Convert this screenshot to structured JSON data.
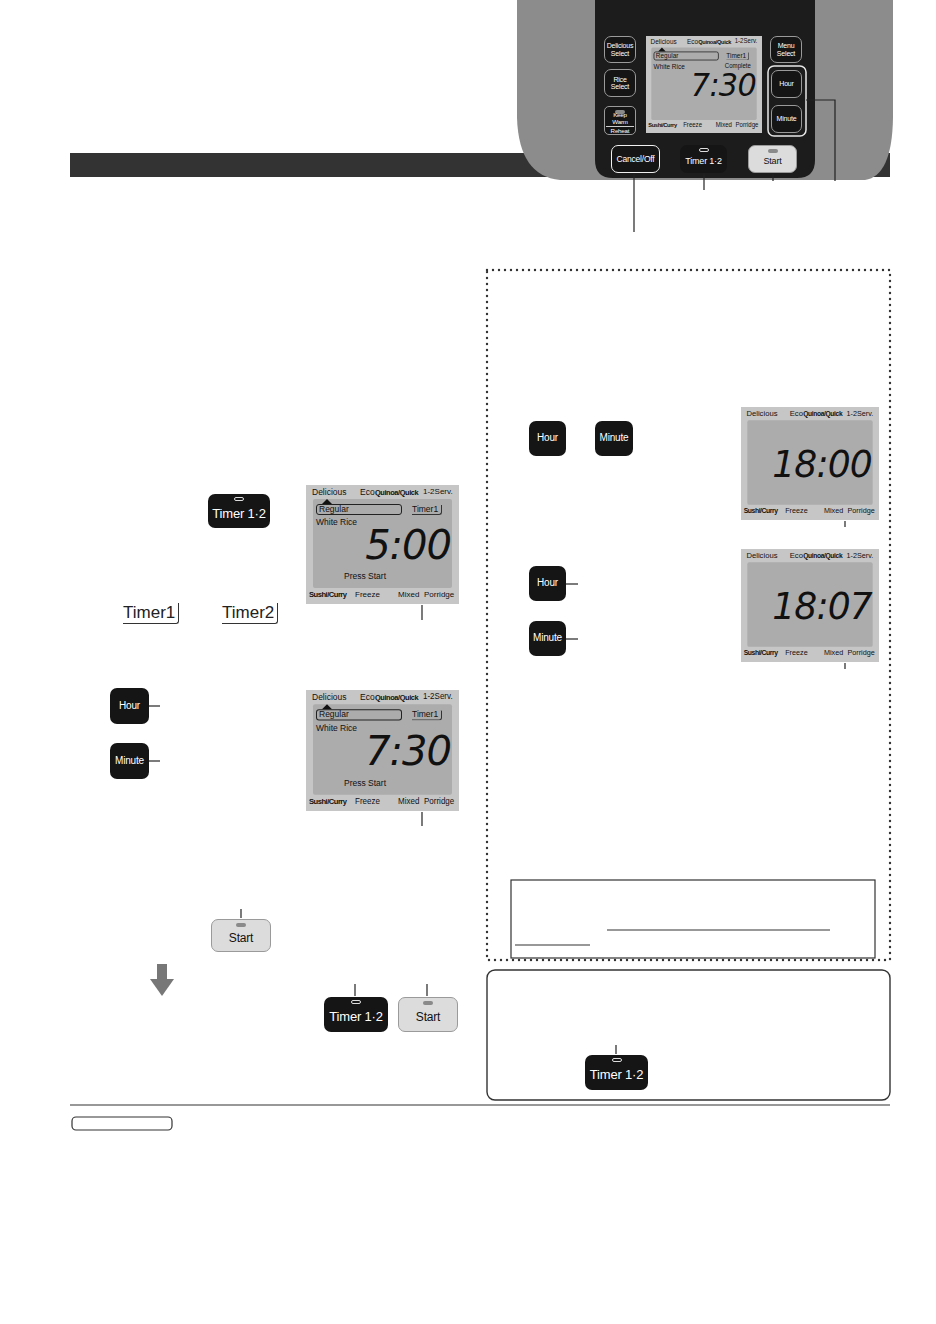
{
  "diagram": {
    "nodes": [
      {
        "text": [
          "Delicious Select"
        ]
      },
      {
        "text": [
          "Rice Select"
        ]
      },
      {
        "text": [
          "Keep Warm",
          "Reheat"
        ]
      },
      {
        "text": [
          "Delicious",
          "Eco",
          "Quinoa/Quick",
          "1-2Serv.",
          "Regular",
          "Timer1",
          "White Rice",
          "Complete",
          "7:30",
          "Sushi/Curry",
          "Freeze",
          "Mixed",
          "Porridge"
        ]
      },
      {
        "text": [
          "Menu Select"
        ]
      },
      {
        "text": [
          "Hour"
        ]
      },
      {
        "text": [
          "Minute"
        ]
      },
      {
        "text": [
          "Cancel/Off"
        ]
      },
      {
        "text": [
          "Timer 1·2"
        ]
      },
      {
        "text": [
          "Start"
        ]
      },
      {
        "text": [
          "Delicious",
          "Eco",
          "Quinoa/Quick",
          "1-2Serv.",
          "Regular",
          "Timer1",
          "White Rice",
          "5:00",
          "Press Start",
          "Sushi/Curry",
          "Freeze",
          "Mixed",
          "Porridge"
        ]
      },
      {
        "text": [
          "Timer 1·2"
        ]
      },
      {
        "text": [
          "Hour"
        ]
      },
      {
        "text": [
          "Minute"
        ]
      },
      {
        "text": [
          "Delicious",
          "Eco",
          "Quinoa/Quick",
          "1-2Serv.",
          "Regular",
          "Timer1",
          "White Rice",
          "7:30",
          "Press Start",
          "Sushi/Curry",
          "Freeze",
          "Mixed",
          "Porridge"
        ]
      },
      {
        "text": [
          "Start"
        ]
      },
      {
        "text": [
          "Timer 1·2"
        ]
      },
      {
        "text": [
          "Start"
        ]
      },
      {
        "text": [
          "Hour"
        ]
      },
      {
        "text": [
          "Minute"
        ]
      },
      {
        "text": [
          "Delicious",
          "Eco",
          "Quinoa/Quick",
          "1-2Serv.",
          "18:00",
          "Sushi/Curry",
          "Freeze",
          "Mixed",
          "Porridge"
        ]
      },
      {
        "text": [
          "Hour"
        ]
      },
      {
        "text": [
          "Minute"
        ]
      },
      {
        "text": [
          "Delicious",
          "Eco",
          "Quinoa/Quick",
          "1-2Serv.",
          "18:07",
          "Sushi/Curry",
          "Freeze",
          "Mixed",
          "Porridge"
        ]
      },
      {
        "text": [
          "Timer 1·2"
        ]
      }
    ],
    "labels": [
      "Timer1",
      "Timer2"
    ]
  }
}
